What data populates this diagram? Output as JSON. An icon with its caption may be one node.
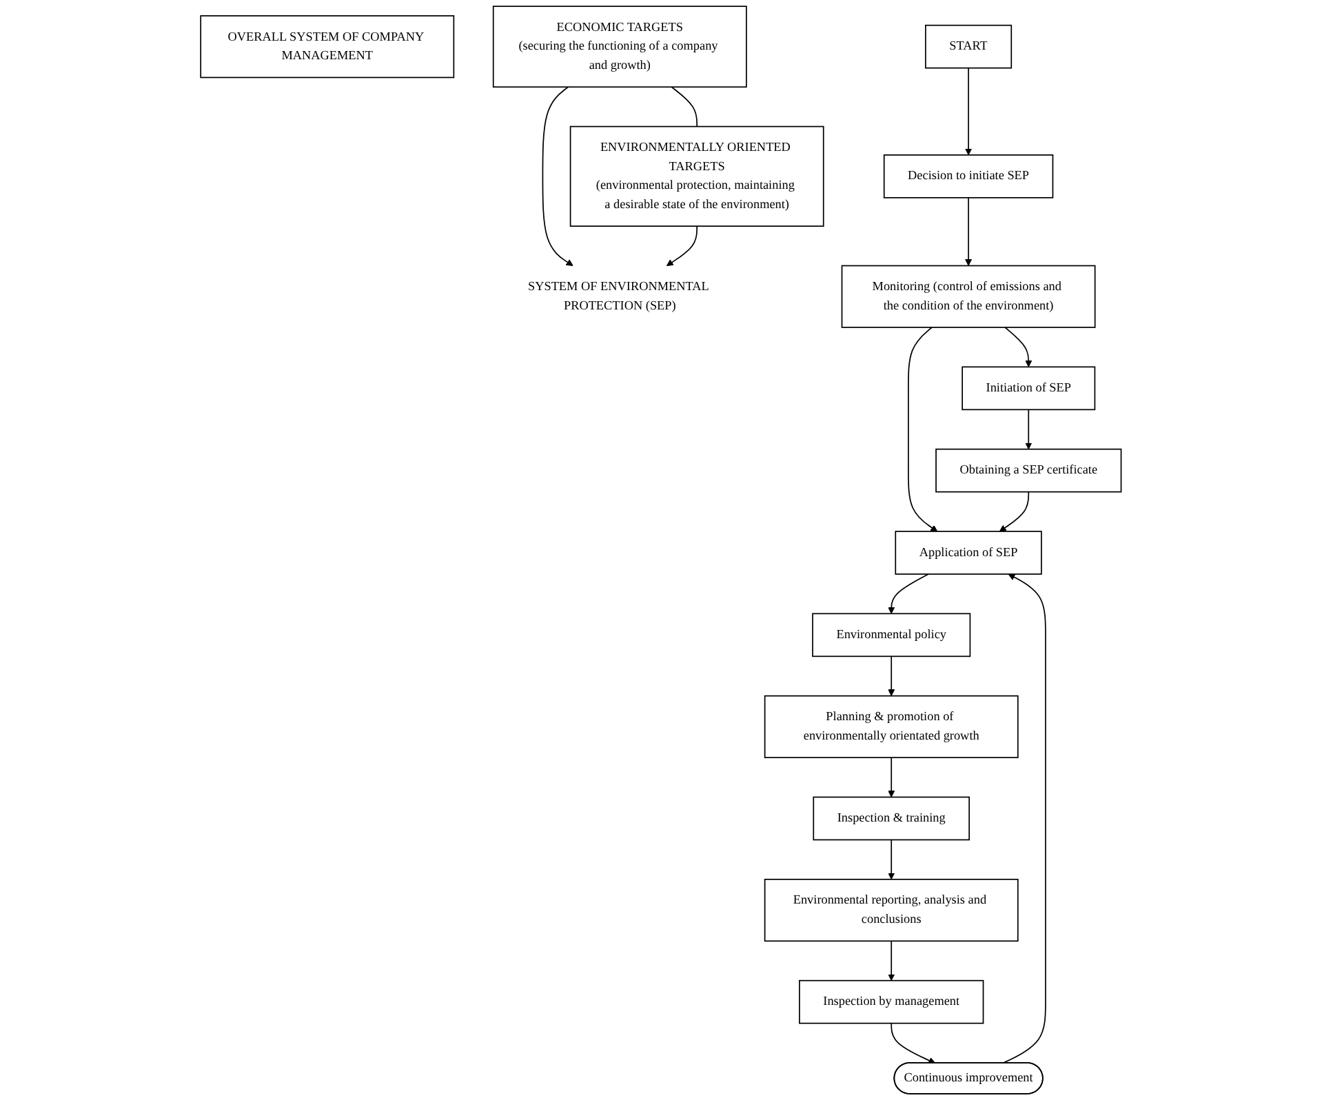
{
  "diagram": {
    "nodes": [
      {
        "text": [
          "OVERALL SYSTEM OF COMPANY MANAGEMENT"
        ]
      },
      {
        "text": [
          "ECONOMIC TARGETS",
          "(securing the functioning of a company and growth)"
        ]
      },
      {
        "text": [
          "ENVIRONMENTALLY ORIENTED TARGETS",
          "(environmental protection, maintaining a desirable state of the environment)"
        ]
      },
      {
        "text": [
          "SYSTEM OF ENVIRONMENTAL PROTECTION (SEP)"
        ]
      },
      {
        "text": [
          "START"
        ]
      },
      {
        "text": [
          "Inspection by management"
        ]
      },
      {
        "text": [
          "Decision to initiate SEP"
        ]
      },
      {
        "text": [
          "Environmental reporting, analysis and conclusions"
        ]
      },
      {
        "text": [
          "Continuous improvement"
        ]
      },
      {
        "text": [
          "Inspection & training"
        ]
      },
      {
        "text": [
          "Monitoring (control of emissions and the condition of the environment)"
        ]
      },
      {
        "text": [
          "Planning & promotion of environmentally orientated growth"
        ]
      },
      {
        "text": [
          "Initiation of SEP"
        ]
      },
      {
        "text": [
          "Environmental policy"
        ]
      },
      {
        "text": [
          "Obtaining a SEP certificate"
        ]
      },
      {
        "text": [
          "Application of SEP"
        ]
      }
    ],
    "edges": [
      {
        "from": 1,
        "to": 2,
        "arrow": "none"
      },
      {
        "from": 1,
        "to": 3,
        "arrow": "to"
      },
      {
        "from": 2,
        "to": 3,
        "arrow": "to"
      },
      {
        "from": 4,
        "to": 6,
        "arrow": "to"
      },
      {
        "from": 6,
        "to": 10,
        "arrow": "to"
      },
      {
        "from": 10,
        "to": 12,
        "arrow": "to"
      },
      {
        "from": 10,
        "to": 15,
        "arrow": "to"
      },
      {
        "from": 12,
        "to": 14,
        "arrow": "to"
      },
      {
        "from": 14,
        "to": 15,
        "arrow": "to"
      },
      {
        "from": 8,
        "to": 15,
        "arrow": "to"
      },
      {
        "from": 15,
        "to": 13,
        "arrow": "to"
      },
      {
        "from": 13,
        "to": 11,
        "arrow": "to"
      },
      {
        "from": 11,
        "to": 9,
        "arrow": "to"
      },
      {
        "from": 9,
        "to": 7,
        "arrow": "to"
      },
      {
        "from": 7,
        "to": 5,
        "arrow": "to"
      },
      {
        "from": 5,
        "to": 8,
        "arrow": "to"
      }
    ]
  }
}
